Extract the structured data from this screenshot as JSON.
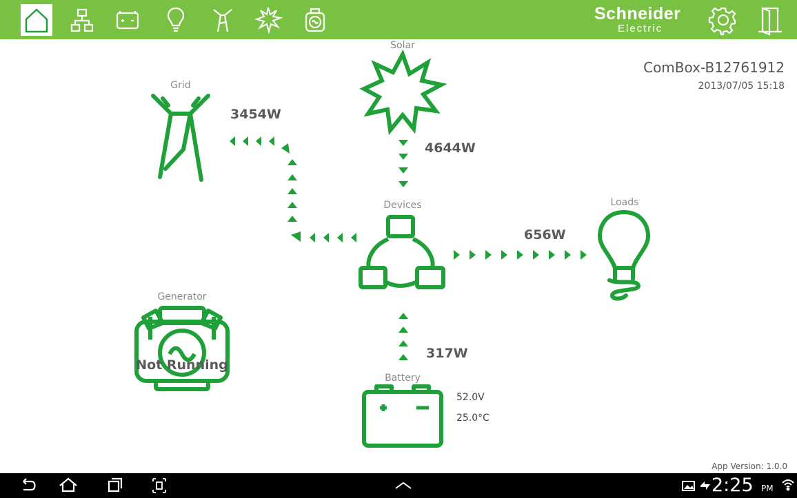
{
  "topbar": {
    "icons": [
      "home-icon",
      "network-icon",
      "battery-icon",
      "bulb-icon",
      "grid-tower-icon",
      "sun-icon",
      "generator-icon"
    ],
    "brand_name": "Schneider",
    "brand_sub": "Electric",
    "right_icons": [
      "gear-icon",
      "exit-door-icon"
    ]
  },
  "device": {
    "name": "ComBox-B12761912",
    "datetime": "2013/07/05 15:18"
  },
  "nodes": {
    "solar": {
      "label": "Solar",
      "power": "4644W"
    },
    "grid": {
      "label": "Grid",
      "power": "3454W"
    },
    "devices": {
      "label": "Devices"
    },
    "loads": {
      "label": "Loads",
      "power": "656W"
    },
    "generator": {
      "label": "Generator",
      "status": "Not Running"
    },
    "battery": {
      "label": "Battery",
      "power": "317W",
      "voltage": "52.0V",
      "temperature": "25.0°C"
    }
  },
  "footer": {
    "app_version": "App Version: 1.0.0"
  },
  "android_nav": {
    "time": "2:25",
    "ampm": "PM",
    "buttons": [
      "back-icon",
      "home-nav-icon",
      "recents-icon",
      "screenshot-icon",
      "up-chevron-icon"
    ]
  },
  "colors": {
    "topbar": "#79c143",
    "icon_green": "#1fa038",
    "text_gray": "#5a5a5a"
  }
}
